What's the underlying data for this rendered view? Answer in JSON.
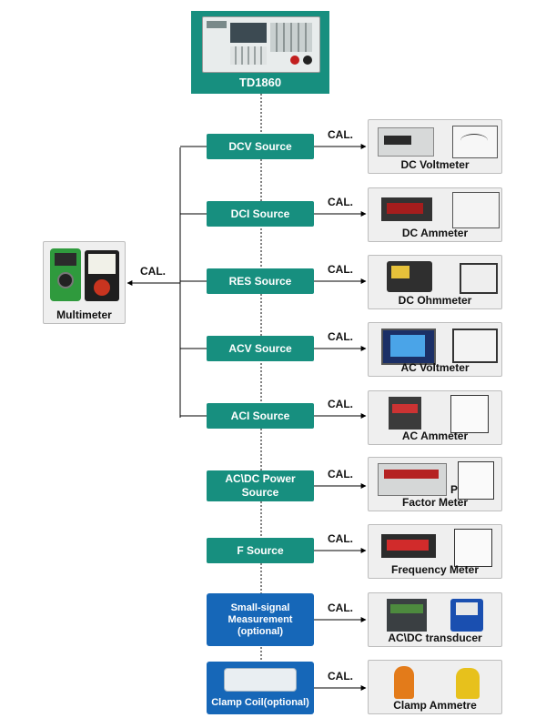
{
  "source": {
    "name": "TD1860"
  },
  "multimeter": {
    "label": "Multimeter",
    "cal_label": "CAL."
  },
  "rows": [
    {
      "box_label": "DCV Source",
      "cal_label": "CAL.",
      "target_label": "DC Voltmeter",
      "box_style": "teal",
      "connected_to_multimeter": true
    },
    {
      "box_label": "DCI Source",
      "cal_label": "CAL.",
      "target_label": "DC Ammeter",
      "box_style": "teal",
      "connected_to_multimeter": true
    },
    {
      "box_label": "RES Source",
      "cal_label": "CAL.",
      "target_label": "DC Ohmmeter",
      "box_style": "teal",
      "connected_to_multimeter": true
    },
    {
      "box_label": "ACV Source",
      "cal_label": "CAL.",
      "target_label": "AC Voltmeter",
      "box_style": "teal",
      "connected_to_multimeter": true
    },
    {
      "box_label": "ACI Source",
      "cal_label": "CAL.",
      "target_label": "AC Ammeter",
      "box_style": "teal",
      "connected_to_multimeter": true
    },
    {
      "box_label": "AC\\DC Power Source",
      "cal_label": "CAL.",
      "target_label": "Factor Meter",
      "target_prefix": "P",
      "box_style": "teal",
      "connected_to_multimeter": false
    },
    {
      "box_label": "F Source",
      "cal_label": "CAL.",
      "target_label": "Frequency Meter",
      "box_style": "teal",
      "connected_to_multimeter": false
    },
    {
      "box_label": "Small-signal Measurement (optional)",
      "box_lines": [
        "Small-signal",
        "Measurement",
        "(optional)"
      ],
      "cal_label": "CAL.",
      "target_label": "AC\\DC transducer",
      "box_style": "blue",
      "connected_to_multimeter": false
    },
    {
      "box_label": "Clamp Coil(optional)",
      "cal_label": "CAL.",
      "target_label": "Clamp Ammetre",
      "box_style": "blue-image",
      "connected_to_multimeter": false
    }
  ],
  "colors": {
    "teal": "#178f7f",
    "blue": "#1667b8",
    "card_bg": "#efefef",
    "line": "#000000"
  },
  "icons": [
    "td1860-instrument",
    "multimeter-device",
    "dc-voltmeter-device",
    "dc-ammeter-device",
    "dc-ohmmeter-device",
    "ac-voltmeter-device",
    "ac-ammeter-device",
    "power-factor-meter-device",
    "frequency-meter-device",
    "transducer-device",
    "clamp-coil-device",
    "clamp-ammeter-device"
  ]
}
